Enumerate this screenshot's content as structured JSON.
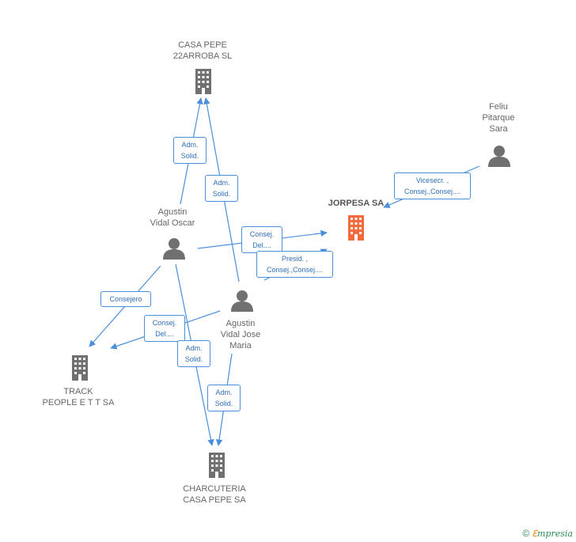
{
  "colors": {
    "edge": "#4a8fd9",
    "node_gray": "#707070",
    "node_highlight": "#f26b3a"
  },
  "nodes": {
    "casa_pepe": {
      "line1": "CASA PEPE",
      "line2": "22ARROBA SL",
      "icon": "building-icon"
    },
    "jorpesa": {
      "line1": "JORPESA SA",
      "icon": "building-icon-highlight"
    },
    "feliu": {
      "line1": "Feliu",
      "line2": "Pitarque",
      "line3": "Sara",
      "icon": "person-icon"
    },
    "agustin_oscar": {
      "line1": "Agustin",
      "line2": "Vidal Oscar",
      "icon": "person-icon"
    },
    "agustin_jose": {
      "line1": "Agustin",
      "line2": "Vidal Jose",
      "line3": "Maria",
      "icon": "person-icon"
    },
    "track": {
      "line1": "TRACK",
      "line2": "PEOPLE E T T SA",
      "icon": "building-icon"
    },
    "charcuteria": {
      "line1": "CHARCUTERIA",
      "line2": "CASA PEPE SA",
      "icon": "building-icon"
    }
  },
  "edges": {
    "oscar_casa": {
      "line1": "Adm.",
      "line2": "Solid."
    },
    "jose_casa": {
      "line1": "Adm.",
      "line2": "Solid."
    },
    "feliu_jorpesa": {
      "line1": "Vicesecr. ,",
      "line2": "Consej.,Consej...."
    },
    "oscar_jorpesa": {
      "line1": "Consej.",
      "line2": "Del...."
    },
    "jose_jorpesa": {
      "line1": "Presid. ,",
      "line2": "Consej.,Consej...."
    },
    "oscar_track": {
      "line1": "Consejero"
    },
    "jose_track": {
      "line1": "Consej.",
      "line2": "Del...."
    },
    "oscar_charcuteria": {
      "line1": "Adm.",
      "line2": "Solid."
    },
    "jose_charcuteria": {
      "line1": "Adm.",
      "line2": "Solid."
    }
  },
  "brand": {
    "copyright": "©",
    "e": "ℇ",
    "rest": "mpresia"
  }
}
